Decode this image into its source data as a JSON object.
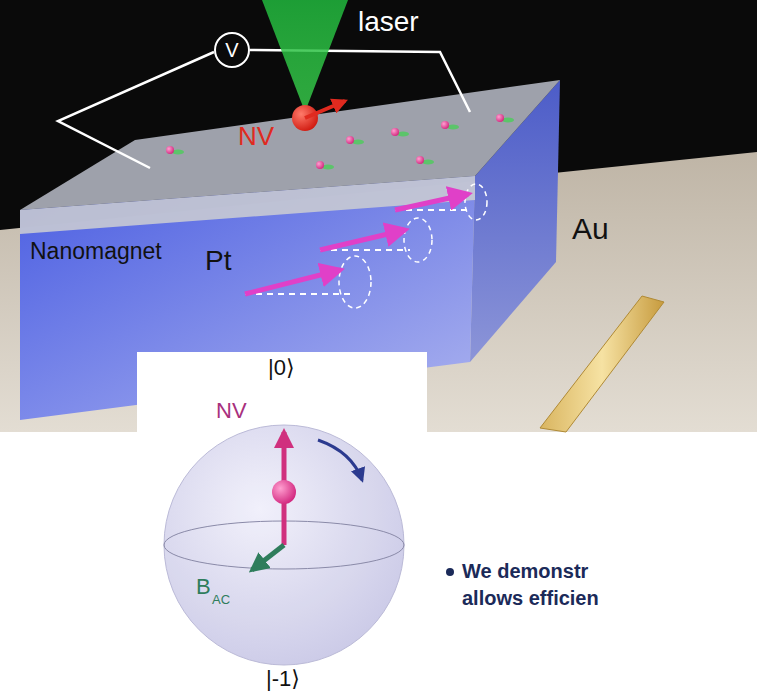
{
  "diagram": {
    "nodes": [
      {
        "text": [
          "V"
        ]
      }
    ],
    "labels": [
      "laser",
      "NV",
      "Pt",
      "Nanomagnet",
      "Au",
      "|0⟩",
      "NV",
      "B",
      "AC",
      "|-1⟩",
      "We demonstr allows efficien"
    ]
  }
}
